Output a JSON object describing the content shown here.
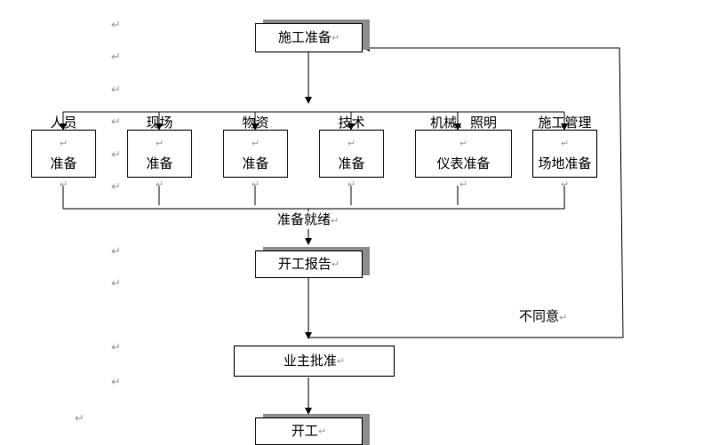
{
  "para_mark": "↵",
  "nodes": {
    "prepare": "施工准备",
    "report": "开工报告",
    "approve": "业主批准",
    "start": "开工"
  },
  "branches": [
    {
      "line1": "人员",
      "line2": "准备"
    },
    {
      "line1": "现场",
      "line2": "准备"
    },
    {
      "line1": "物资",
      "line2": "准备"
    },
    {
      "line1": "技术",
      "line2": "准备"
    },
    {
      "line1": "机械、照明",
      "line2": "仪表准备"
    },
    {
      "line1": "施工管理",
      "line2": "场地准备"
    }
  ],
  "labels": {
    "ready": "准备就绪",
    "disagree": "不同意"
  },
  "colors": {
    "line": "#000000",
    "shadow": "#8c8c8c",
    "para_mark": "#9a9a9a"
  }
}
